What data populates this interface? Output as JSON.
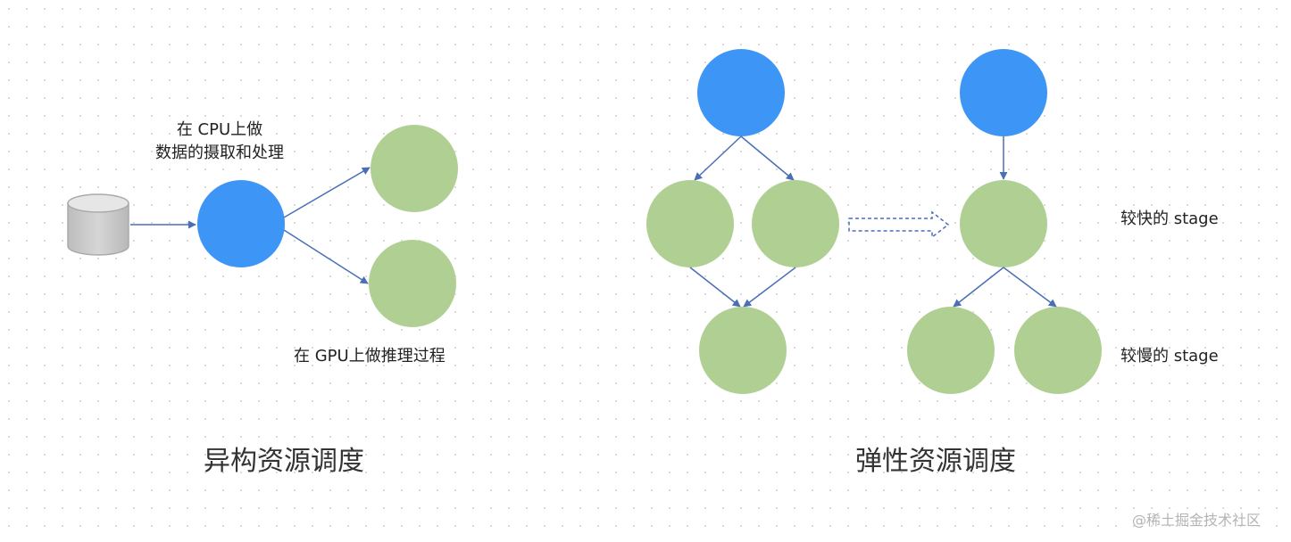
{
  "left": {
    "cpu_label_line1": "在 CPU上做",
    "cpu_label_line2": "数据的摄取和处理",
    "gpu_label": "在 GPU上做推理过程",
    "title": "异构资源调度"
  },
  "right": {
    "fast_stage_label": "较快的 stage",
    "slow_stage_label": "较慢的 stage",
    "title": "弹性资源调度"
  },
  "watermark": "@稀土掘金技术社区",
  "colors": {
    "blue_node": "#3d95f6",
    "green_node": "#b0d093",
    "edge": "#4a6fb5",
    "database": "#c8c8c8"
  },
  "icons": {
    "database": "database-cylinder-icon"
  }
}
